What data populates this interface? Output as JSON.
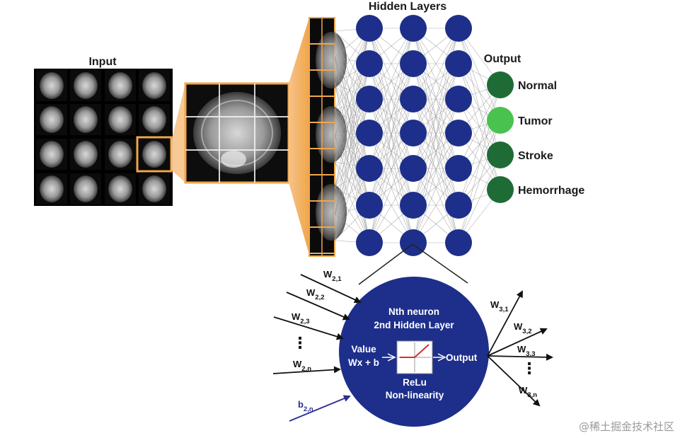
{
  "input": {
    "title": "Input"
  },
  "hidden": {
    "title": "Hidden Layers"
  },
  "output": {
    "title": "Output",
    "classes": [
      {
        "label": "Normal",
        "color": "#1e6b36"
      },
      {
        "label": "Tumor",
        "color": "#49c24f"
      },
      {
        "label": "Stroke",
        "color": "#1e6b36"
      },
      {
        "label": "Hemorrhage",
        "color": "#1e6b36"
      }
    ]
  },
  "neuron": {
    "title_line1": "Nth neuron",
    "title_line2": "2nd Hidden Layer",
    "value_line1": "Value",
    "value_line2": "Wx + b",
    "output_label": "Output",
    "act_line1": "ReLu",
    "act_line2": "Non-linearity",
    "inputs": [
      {
        "base": "W",
        "sub": "2,1"
      },
      {
        "base": "W",
        "sub": "2,2"
      },
      {
        "base": "W",
        "sub": "2,3"
      },
      {
        "base": "W",
        "sub": "2,n"
      }
    ],
    "bias": {
      "base": "b",
      "sub": "2,n"
    },
    "outputs": [
      {
        "base": "W",
        "sub": "3,1"
      },
      {
        "base": "W",
        "sub": "3,2"
      },
      {
        "base": "W",
        "sub": "3,3"
      },
      {
        "base": "W",
        "sub": "3,n"
      }
    ],
    "ellipsis": "⋮"
  },
  "colors": {
    "neuron": "#1d2f8a",
    "accent": "#f0a64a",
    "scan": "#111111"
  },
  "watermark": "@稀土掘金技术社区"
}
